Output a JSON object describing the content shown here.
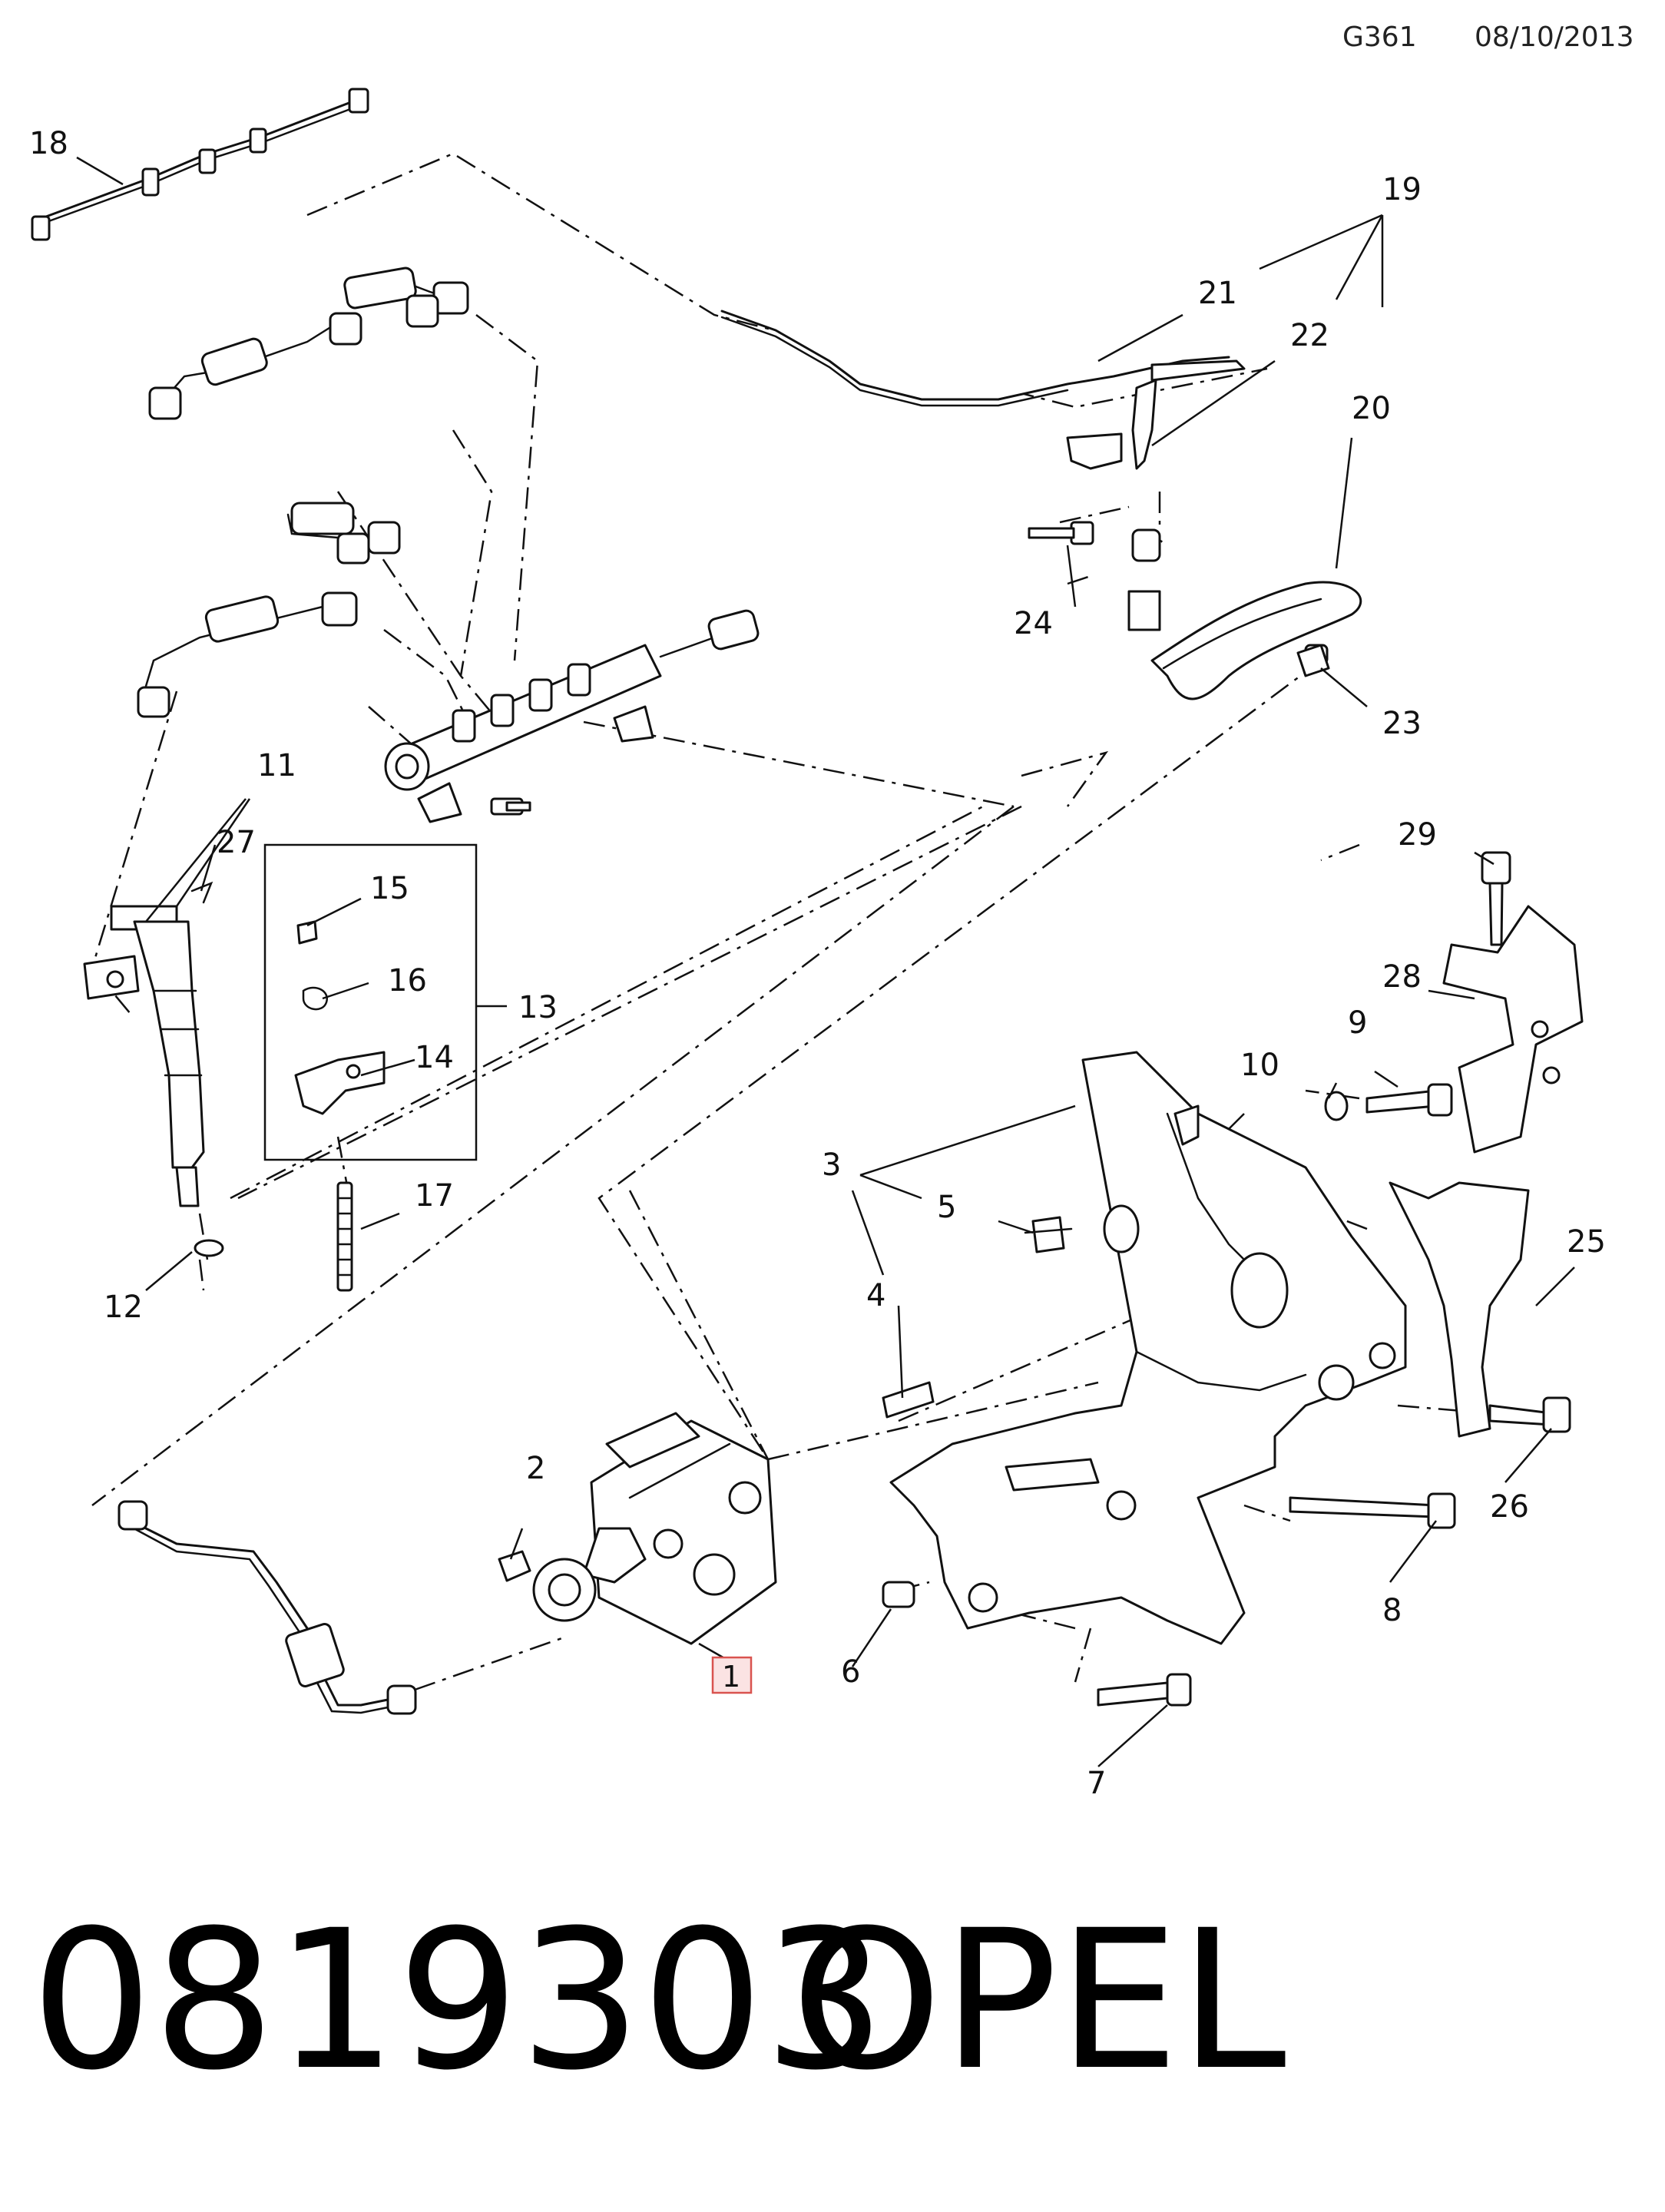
{
  "header": {
    "code": "G361",
    "date": "08/10/2013"
  },
  "callouts": [
    "1",
    "2",
    "3",
    "4",
    "5",
    "6",
    "7",
    "8",
    "9",
    "10",
    "11",
    "12",
    "13",
    "14",
    "15",
    "16",
    "17",
    "18",
    "19",
    "20",
    "21",
    "22",
    "23",
    "24",
    "25",
    "26",
    "27",
    "28",
    "29"
  ],
  "highlighted_callout": "1",
  "footer": {
    "part_number": "0819303",
    "brand": "OPEL"
  },
  "colors": {
    "highlight_border": "#d9534f",
    "highlight_fill": "#fbe3e3",
    "line": "#111111"
  }
}
